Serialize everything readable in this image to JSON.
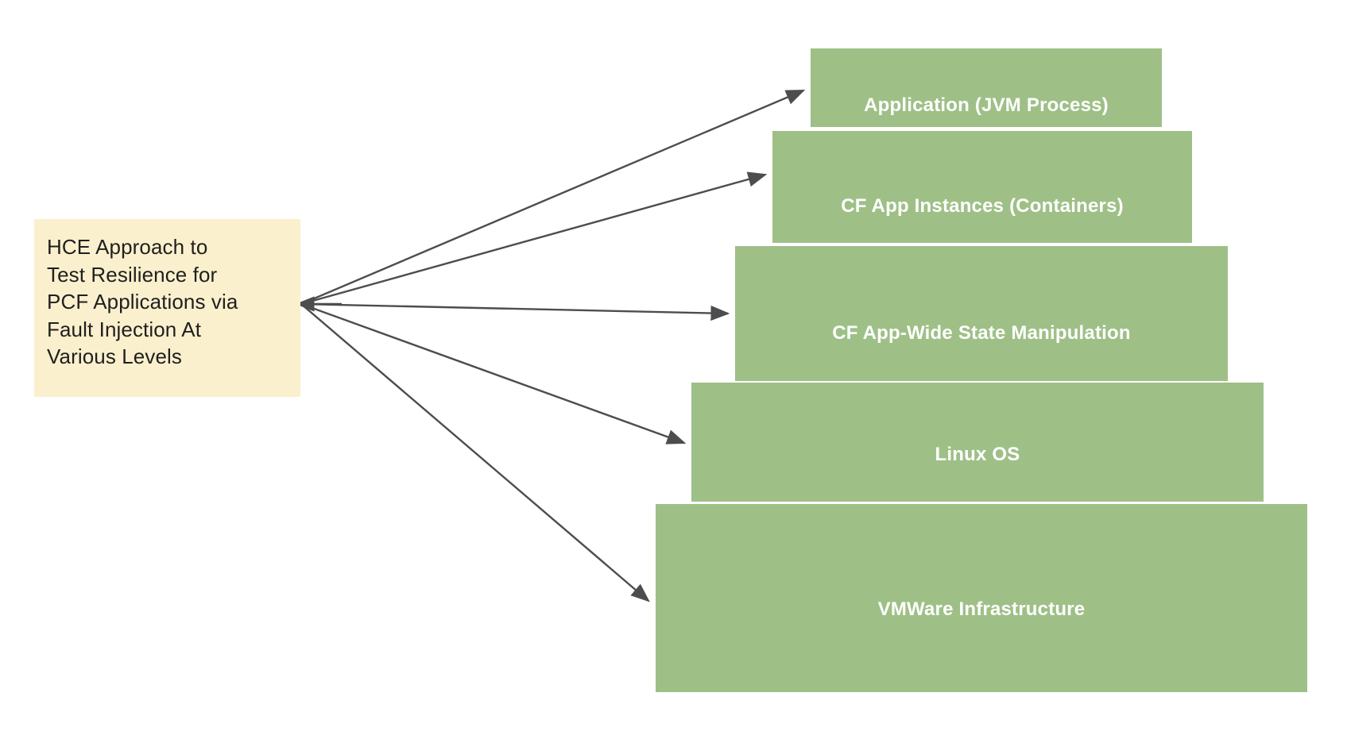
{
  "diagram": {
    "type": "layered-stack-with-radiating-arrows",
    "background_color": "#ffffff",
    "note": {
      "text": "HCE Approach to\nTest Resilience for\nPCF Applications via\nFault Injection At\nVarious Levels",
      "fill_color": "#fbf0cd",
      "text_color": "#1f1f1f"
    },
    "layers": [
      {
        "label": "Application (JVM Process)",
        "fill_color": "#9ec087",
        "text_color": "#ffffff"
      },
      {
        "label": "CF App Instances (Containers)",
        "fill_color": "#9ec087",
        "text_color": "#ffffff"
      },
      {
        "label": "CF App-Wide State Manipulation",
        "fill_color": "#9ec087",
        "text_color": "#ffffff"
      },
      {
        "label": "Linux OS",
        "fill_color": "#9ec087",
        "text_color": "#ffffff"
      },
      {
        "label": "VMWare Infrastructure",
        "fill_color": "#9ec087",
        "text_color": "#ffffff"
      }
    ],
    "connectors": {
      "stroke_color": "#4d4d4d",
      "origin_marker": "left-arrowhead",
      "count": 5
    }
  }
}
